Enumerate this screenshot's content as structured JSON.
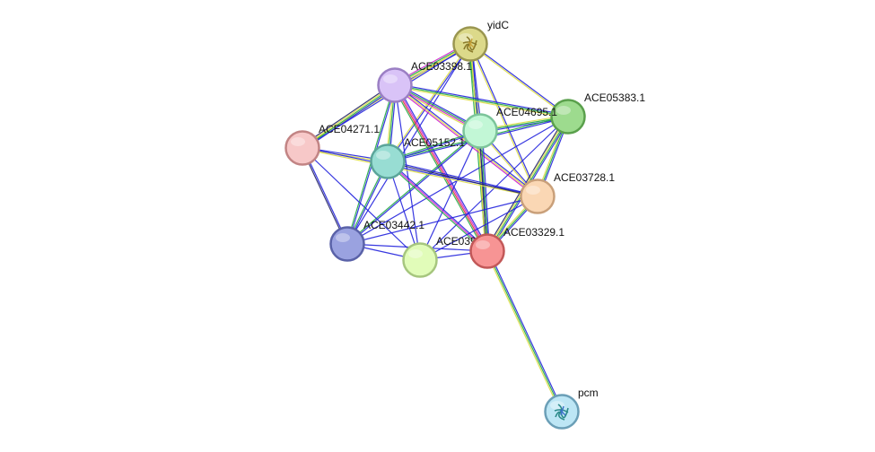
{
  "network": {
    "nodes": [
      {
        "id": "yidC",
        "label": "yidC",
        "fill": "#dcd98a",
        "stroke": "#9a9650",
        "structure": true
      },
      {
        "id": "ACE03398.1",
        "label": "ACE03398.1",
        "fill": "#d9c3f7",
        "stroke": "#9b7fc4",
        "structure": false
      },
      {
        "id": "ACE05383.1",
        "label": "ACE05383.1",
        "fill": "#9ddb8e",
        "stroke": "#5aa04c",
        "structure": false
      },
      {
        "id": "ACE04695.1",
        "label": "ACE04695.1",
        "fill": "#c2f7d6",
        "stroke": "#7cc49a",
        "structure": false
      },
      {
        "id": "ACE04271.1",
        "label": "ACE04271.1",
        "fill": "#f7c8c8",
        "stroke": "#c28484",
        "structure": false
      },
      {
        "id": "ACE05152.1",
        "label": "ACE05152.1",
        "fill": "#98ddd3",
        "stroke": "#5ba59a",
        "structure": false
      },
      {
        "id": "ACE03728.1",
        "label": "ACE03728.1",
        "fill": "#fad7b4",
        "stroke": "#c9a07a",
        "structure": false
      },
      {
        "id": "ACE03442.1",
        "label": "ACE03442.1",
        "fill": "#9aa2e0",
        "stroke": "#5a62a8",
        "structure": false
      },
      {
        "id": "ACE03917.1",
        "label": "ACE03917.1",
        "fill": "#e1fcb9",
        "stroke": "#a6c67e",
        "structure": false
      },
      {
        "id": "ACE03329.1",
        "label": "ACE03329.1",
        "fill": "#f79494",
        "stroke": "#c25858",
        "structure": false
      },
      {
        "id": "pcm",
        "label": "pcm",
        "fill": "#bde6f5",
        "stroke": "#6b9fb7",
        "structure": true
      }
    ],
    "edges": [
      {
        "a": "yidC",
        "b": "ACE03398.1",
        "colors": [
          "#2222dd",
          "#dddd44",
          "#22aa44",
          "#cc22cc"
        ]
      },
      {
        "a": "yidC",
        "b": "ACE05383.1",
        "colors": [
          "#2222dd",
          "#dddd44"
        ]
      },
      {
        "a": "yidC",
        "b": "ACE04695.1",
        "colors": [
          "#2222dd",
          "#dddd44",
          "#22aa44"
        ]
      },
      {
        "a": "yidC",
        "b": "ACE04271.1",
        "colors": [
          "#2222dd",
          "#dddd44"
        ]
      },
      {
        "a": "yidC",
        "b": "ACE05152.1",
        "colors": [
          "#2222dd",
          "#dddd44"
        ]
      },
      {
        "a": "yidC",
        "b": "ACE03728.1",
        "colors": [
          "#2222dd",
          "#dddd44"
        ]
      },
      {
        "a": "yidC",
        "b": "ACE03442.1",
        "colors": [
          "#2222dd"
        ]
      },
      {
        "a": "yidC",
        "b": "ACE03329.1",
        "colors": [
          "#2222dd",
          "#dddd44",
          "#22aa44"
        ]
      },
      {
        "a": "ACE03398.1",
        "b": "ACE05383.1",
        "colors": [
          "#2222dd",
          "#22aa44",
          "#dddd44"
        ]
      },
      {
        "a": "ACE03398.1",
        "b": "ACE04695.1",
        "colors": [
          "#2222dd",
          "#22aa44",
          "#cc22cc",
          "#dddd44"
        ]
      },
      {
        "a": "ACE03398.1",
        "b": "ACE04271.1",
        "colors": [
          "#2222dd",
          "#22aa44",
          "#dddd44",
          "#222266"
        ]
      },
      {
        "a": "ACE03398.1",
        "b": "ACE05152.1",
        "colors": [
          "#2222dd",
          "#22aa44",
          "#dddd44"
        ]
      },
      {
        "a": "ACE03398.1",
        "b": "ACE03728.1",
        "colors": [
          "#2222dd",
          "#dddd44",
          "#cc22cc"
        ]
      },
      {
        "a": "ACE03398.1",
        "b": "ACE03442.1",
        "colors": [
          "#2222dd",
          "#22aa44"
        ]
      },
      {
        "a": "ACE03398.1",
        "b": "ACE03917.1",
        "colors": [
          "#2222dd"
        ]
      },
      {
        "a": "ACE03398.1",
        "b": "ACE03329.1",
        "colors": [
          "#2222dd",
          "#cc22cc",
          "#dd3333",
          "#22aa44"
        ]
      },
      {
        "a": "ACE05383.1",
        "b": "ACE04695.1",
        "colors": [
          "#2222dd",
          "#22aa44",
          "#dddd44"
        ]
      },
      {
        "a": "ACE05383.1",
        "b": "ACE05152.1",
        "colors": [
          "#2222dd",
          "#22aa44"
        ]
      },
      {
        "a": "ACE05383.1",
        "b": "ACE03728.1",
        "colors": [
          "#2222dd",
          "#22aa44",
          "#dddd44"
        ]
      },
      {
        "a": "ACE05383.1",
        "b": "ACE03442.1",
        "colors": [
          "#2222dd"
        ]
      },
      {
        "a": "ACE05383.1",
        "b": "ACE03917.1",
        "colors": [
          "#2222dd"
        ]
      },
      {
        "a": "ACE05383.1",
        "b": "ACE03329.1",
        "colors": [
          "#2222dd",
          "#22aa44",
          "#dddd44",
          "#222266"
        ]
      },
      {
        "a": "ACE04695.1",
        "b": "ACE05152.1",
        "colors": [
          "#2222dd",
          "#22aa44"
        ]
      },
      {
        "a": "ACE04695.1",
        "b": "ACE03728.1",
        "colors": [
          "#2222dd",
          "#dddd44"
        ]
      },
      {
        "a": "ACE04695.1",
        "b": "ACE03442.1",
        "colors": [
          "#2222dd",
          "#22aa44"
        ]
      },
      {
        "a": "ACE04695.1",
        "b": "ACE03917.1",
        "colors": [
          "#2222dd"
        ]
      },
      {
        "a": "ACE04695.1",
        "b": "ACE03329.1",
        "colors": [
          "#2222dd",
          "#22aa44",
          "#222266",
          "#dddd44"
        ]
      },
      {
        "a": "ACE04271.1",
        "b": "ACE05152.1",
        "colors": [
          "#2222dd",
          "#dddd44"
        ]
      },
      {
        "a": "ACE04271.1",
        "b": "ACE03442.1",
        "colors": [
          "#2222dd",
          "#222266"
        ]
      },
      {
        "a": "ACE04271.1",
        "b": "ACE03917.1",
        "colors": [
          "#2222dd"
        ]
      },
      {
        "a": "ACE04271.1",
        "b": "ACE03728.1",
        "colors": [
          "#2222dd",
          "#dddd44"
        ]
      },
      {
        "a": "ACE05152.1",
        "b": "ACE03728.1",
        "colors": [
          "#2222dd",
          "#222266"
        ]
      },
      {
        "a": "ACE05152.1",
        "b": "ACE03442.1",
        "colors": [
          "#2222dd",
          "#22aa44"
        ]
      },
      {
        "a": "ACE05152.1",
        "b": "ACE03917.1",
        "colors": [
          "#2222dd"
        ]
      },
      {
        "a": "ACE05152.1",
        "b": "ACE03329.1",
        "colors": [
          "#2222dd",
          "#cc22cc",
          "#22aa44"
        ]
      },
      {
        "a": "ACE03728.1",
        "b": "ACE03442.1",
        "colors": [
          "#2222dd"
        ]
      },
      {
        "a": "ACE03728.1",
        "b": "ACE03917.1",
        "colors": [
          "#2222dd"
        ]
      },
      {
        "a": "ACE03728.1",
        "b": "ACE03329.1",
        "colors": [
          "#2222dd",
          "#22aa44",
          "#dddd44"
        ]
      },
      {
        "a": "ACE03442.1",
        "b": "ACE03917.1",
        "colors": [
          "#2222dd"
        ]
      },
      {
        "a": "ACE03442.1",
        "b": "ACE03329.1",
        "colors": [
          "#2222dd"
        ]
      },
      {
        "a": "ACE03917.1",
        "b": "ACE03329.1",
        "colors": [
          "#2222dd"
        ]
      },
      {
        "a": "ACE03329.1",
        "b": "pcm",
        "colors": [
          "#2222dd",
          "#22aa44",
          "#dddd44"
        ]
      }
    ]
  }
}
